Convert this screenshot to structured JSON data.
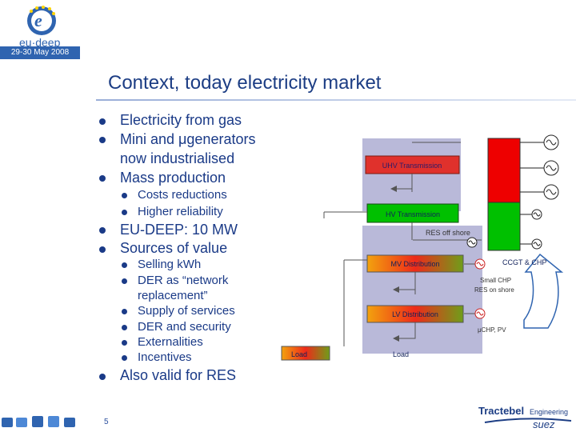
{
  "header": {
    "logo_text": "eu·deep",
    "date": "29-30 May 2008",
    "title": "Context, today electricity market"
  },
  "bullets": [
    {
      "level": 1,
      "text": "Electricity from gas"
    },
    {
      "level": 1,
      "text": "Mini and μgenerators"
    },
    {
      "level": 1,
      "text": "now industrialised",
      "continuation": true
    },
    {
      "level": 1,
      "text": "Mass production"
    },
    {
      "level": 2,
      "text": "Costs reductions"
    },
    {
      "level": 2,
      "text": "Higher reliability"
    },
    {
      "level": 1,
      "text": "EU-DEEP: 10 MW"
    },
    {
      "level": 1,
      "text": "Sources of value"
    },
    {
      "level": 2,
      "text": "Selling kWh"
    },
    {
      "level": 2,
      "text": "DER as “network"
    },
    {
      "level": 2,
      "text": "replacement”",
      "continuation": true
    },
    {
      "level": 2,
      "text": "Supply of services"
    },
    {
      "level": 2,
      "text": "DER and security"
    },
    {
      "level": 2,
      "text": "Externalities"
    },
    {
      "level": 2,
      "text": "Incentives"
    },
    {
      "level": 1,
      "text": "Also valid for RES"
    }
  ],
  "diagram": {
    "uhv": "UHV Transmission",
    "hv": "HV Transmission",
    "mv": "MV Distribution",
    "lv": "LV Distribution",
    "load_left": "Load",
    "load_right": "Load",
    "res_offshore": "RES off shore",
    "ccgt": "CCGT & CHP",
    "small_chp": "Small CHP",
    "res_onshore": "RES on shore",
    "uchp": "μCHP, PV"
  },
  "footer": {
    "page": "5",
    "brand_top": "Tractebel",
    "brand_engineering": "Engineering",
    "brand_bottom": "suez"
  },
  "colors": {
    "title": "#1c3d84",
    "bullet_text": "#1a3a87",
    "date_bar": "#2f64b0",
    "network_block": "#b9b9d9",
    "transmission_box": "#e0312c",
    "generator_red": "#ee0000",
    "generator_green": "#00c000"
  }
}
